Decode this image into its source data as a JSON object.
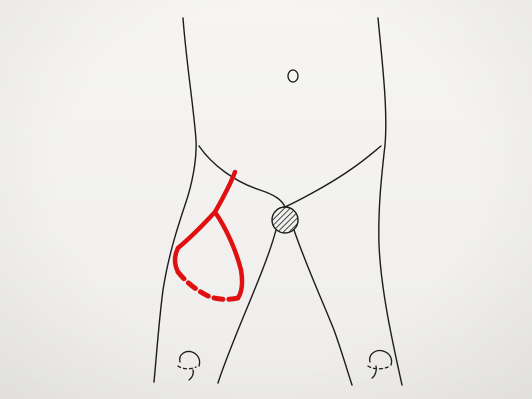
{
  "drawing": {
    "colors": {
      "paper": "#f4f3f1",
      "outline": "#1c1c1c",
      "surgical_marking": "#e01010"
    },
    "elements": [
      "body-outline",
      "navel",
      "hatched-genitals",
      "right-knee-mark",
      "left-knee-mark",
      "red-incision-lines"
    ]
  }
}
